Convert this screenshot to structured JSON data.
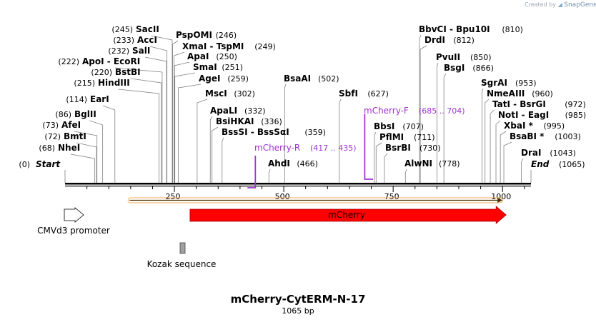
{
  "credit": {
    "prefix": "Created by",
    "brand": "SnapGene"
  },
  "map": {
    "title": "mCherry-CytERM-N-17",
    "length_label": "1065 bp",
    "length": 1065,
    "ticks": [
      250,
      500,
      750,
      1000
    ],
    "start": {
      "label": "Start",
      "pos": 0,
      "pos_label": "(0)"
    },
    "end": {
      "label": "End",
      "pos": 1065,
      "pos_label": "(1065)"
    },
    "sites_left": [
      {
        "name": "NheI",
        "pos": 68,
        "pos_label": "(68)"
      },
      {
        "name": "BmtI",
        "pos": 72,
        "pos_label": "(72)"
      },
      {
        "name": "AfeI",
        "pos": 73,
        "pos_label": "(73)"
      },
      {
        "name": "BglII",
        "pos": 86,
        "pos_label": "(86)"
      },
      {
        "name": "EarI",
        "pos": 114,
        "pos_label": "(114)"
      },
      {
        "name": "HindIII",
        "pos": 215,
        "pos_label": "(215)"
      },
      {
        "name": "BstBI",
        "pos": 220,
        "pos_label": "(220)"
      },
      {
        "name": "ApoI - EcoRI",
        "pos": 222,
        "pos_label": "(222)"
      },
      {
        "name": "SalI",
        "pos": 232,
        "pos_label": "(232)"
      },
      {
        "name": "AccI",
        "pos": 233,
        "pos_label": "(233)"
      },
      {
        "name": "SacII",
        "pos": 245,
        "pos_label": "(245)"
      }
    ],
    "sites_right": [
      {
        "name": "PspOMI",
        "pos": 246,
        "pos_label": "(246)"
      },
      {
        "name": "XmaI - TspMI",
        "pos": 249,
        "pos_label": "(249)"
      },
      {
        "name": "ApaI",
        "pos": 250,
        "pos_label": "(250)"
      },
      {
        "name": "SmaI",
        "pos": 251,
        "pos_label": "(251)"
      },
      {
        "name": "AgeI",
        "pos": 259,
        "pos_label": "(259)"
      },
      {
        "name": "MscI",
        "pos": 302,
        "pos_label": "(302)"
      },
      {
        "name": "ApaLI",
        "pos": 332,
        "pos_label": "(332)"
      },
      {
        "name": "BsiHKAI",
        "pos": 336,
        "pos_label": "(336)"
      },
      {
        "name": "BssSI - BssSαI",
        "pos": 359,
        "pos_label": "(359)"
      },
      {
        "name": "AhdI",
        "pos": 466,
        "pos_label": "(466)"
      },
      {
        "name": "BsaAI",
        "pos": 502,
        "pos_label": "(502)"
      },
      {
        "name": "SbfI",
        "pos": 627,
        "pos_label": "(627)"
      },
      {
        "name": "BbsI",
        "pos": 707,
        "pos_label": "(707)"
      },
      {
        "name": "PflMI",
        "pos": 711,
        "pos_label": "(711)"
      },
      {
        "name": "BsrBI",
        "pos": 730,
        "pos_label": "(730)"
      },
      {
        "name": "AlwNI",
        "pos": 778,
        "pos_label": "(778)"
      },
      {
        "name": "BbvCI - Bpu10I",
        "pos": 810,
        "pos_label": "(810)"
      },
      {
        "name": "DrdI",
        "pos": 812,
        "pos_label": "(812)"
      },
      {
        "name": "PvuII",
        "pos": 850,
        "pos_label": "(850)"
      },
      {
        "name": "BsgI",
        "pos": 866,
        "pos_label": "(866)"
      },
      {
        "name": "SgrAI",
        "pos": 953,
        "pos_label": "(953)"
      },
      {
        "name": "NmeAIII",
        "pos": 960,
        "pos_label": "(960)"
      },
      {
        "name": "TatI - BsrGI",
        "pos": 972,
        "pos_label": "(972)"
      },
      {
        "name": "NotI - EagI",
        "pos": 985,
        "pos_label": "(985)"
      },
      {
        "name": "XbaI *",
        "pos": 995,
        "pos_label": "(995)"
      },
      {
        "name": "BsaBI *",
        "pos": 1003,
        "pos_label": "(1003)"
      },
      {
        "name": "DraI",
        "pos": 1043,
        "pos_label": "(1043)"
      }
    ],
    "primers": [
      {
        "name": "mCherry-R",
        "range_label": "(417 .. 435)",
        "start": 417,
        "end": 435,
        "strand": "reverse"
      },
      {
        "name": "mCherry-F",
        "range_label": "(685 .. 704)",
        "start": 685,
        "end": 704,
        "strand": "forward"
      }
    ],
    "features": [
      {
        "name": "CMVd3 promoter",
        "start": 0,
        "end": 45,
        "kind": "promoter-arrow",
        "color": "#ffffff"
      },
      {
        "name": "mCherry",
        "start": 271,
        "end": 1000,
        "kind": "cds",
        "color": "#ff0000"
      },
      {
        "name": "Kozak sequence",
        "start": 262,
        "end": 270,
        "kind": "box",
        "color": "#a0a0a0"
      }
    ],
    "orf": {
      "start": 267,
      "end": 1000,
      "color": "#f2a243"
    },
    "colors": {
      "primer": "#a033d0",
      "backbone": "#000000",
      "leader": "#808080"
    }
  }
}
